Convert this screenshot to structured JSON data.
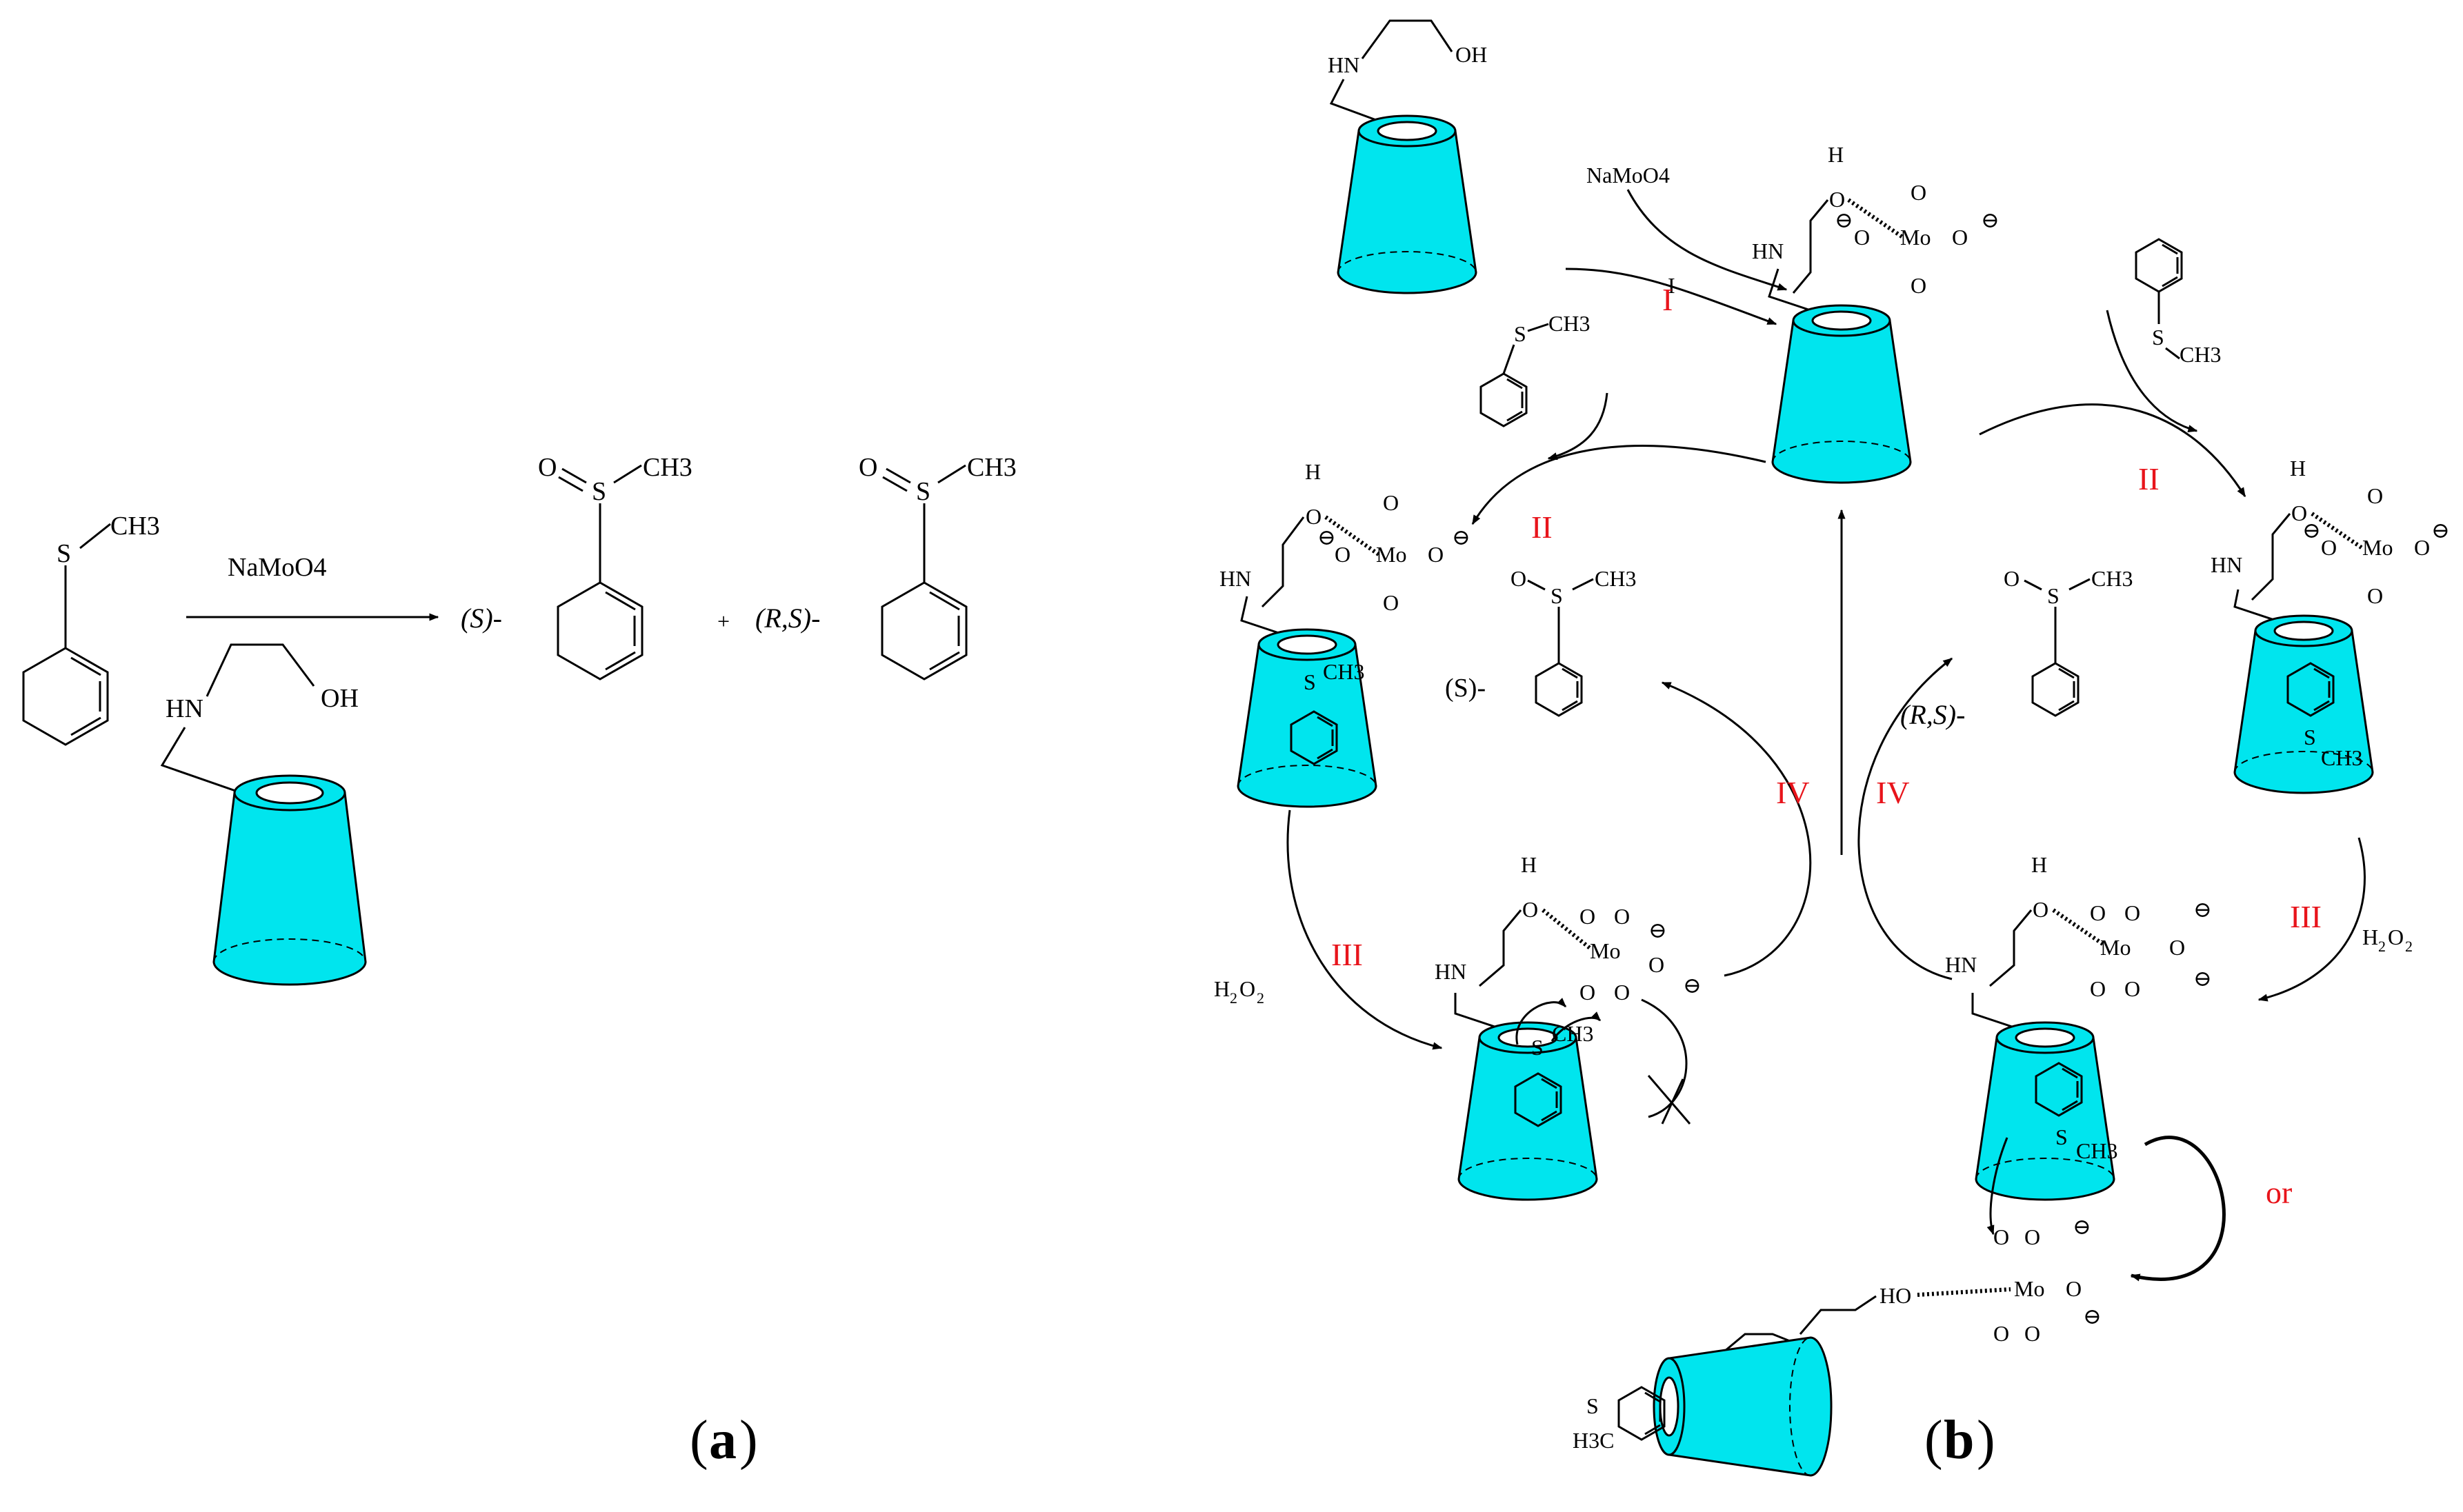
{
  "panel_a": {
    "label_paren_open": "(",
    "label_letter": "a",
    "label_paren_close": ")",
    "reagent": "NaMoO4",
    "substrate_label": "S",
    "substrate_methyl": "CH3",
    "catalyst_hn": "HN",
    "catalyst_oh": "OH",
    "product_s_prefix": "(S)-",
    "product_rs_prefix": "(R,S)-",
    "plus": "+",
    "sulfoxide_o": "O",
    "sulfoxide_s": "S",
    "sulfoxide_methyl": "CH3"
  },
  "panel_b": {
    "label_paren_open": "(",
    "label_letter": "b",
    "label_paren_close": ")",
    "reagent_na": "NaMoO4",
    "hn": "HN",
    "oh": "OH",
    "h": "H",
    "o": "O",
    "mo": "Mo",
    "neg": "⊖",
    "methyl": "CH3",
    "h3c": "H3C",
    "s": "S",
    "n": "N",
    "ho": "HO",
    "step_I": "I",
    "step_II": "II",
    "step_III": "III",
    "step_IV": "IV",
    "h2o2": "H2O2",
    "prefix_s": "(S)-",
    "prefix_rs": "(R,S)-",
    "or": "or"
  },
  "colors": {
    "cyclodextrin_fill": "#00e5ee",
    "step_label": "#e8141b",
    "line": "#000000"
  },
  "icons": [
    "cyclodextrin-cup-icon",
    "benzene-ring-icon",
    "arrow-icon"
  ]
}
